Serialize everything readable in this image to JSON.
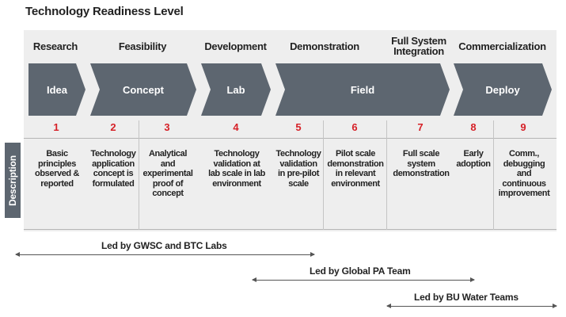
{
  "title": "Technology Readiness Level",
  "stages": [
    "Research",
    "Feasibility",
    "Development",
    "Demonstration",
    "Full System Integration",
    "Commercialization"
  ],
  "phases": [
    "Idea",
    "Concept",
    "Lab",
    "Field",
    "Deploy"
  ],
  "levels": [
    "1",
    "2",
    "3",
    "4",
    "5",
    "6",
    "7",
    "8",
    "9"
  ],
  "description_label": "Description",
  "descriptions": [
    "Basic principles observed & reported",
    "Technology application concept is formulated",
    "Analytical and experimental proof of concept",
    "Technology validation at lab scale in lab environment",
    "Technology validation in pre-pilot scale",
    "Pilot scale demonstration in relevant environment",
    "Full scale system demonstration",
    "Early adoption",
    "Comm., debugging and continuous improvement"
  ],
  "leads": [
    "Led by GWSC and BTC Labs",
    "Led by Global PA Team",
    "Led by BU Water Teams"
  ],
  "colors": {
    "arrow": "#5d6670",
    "level_number": "#d62027",
    "panel": "#eeeeee"
  }
}
